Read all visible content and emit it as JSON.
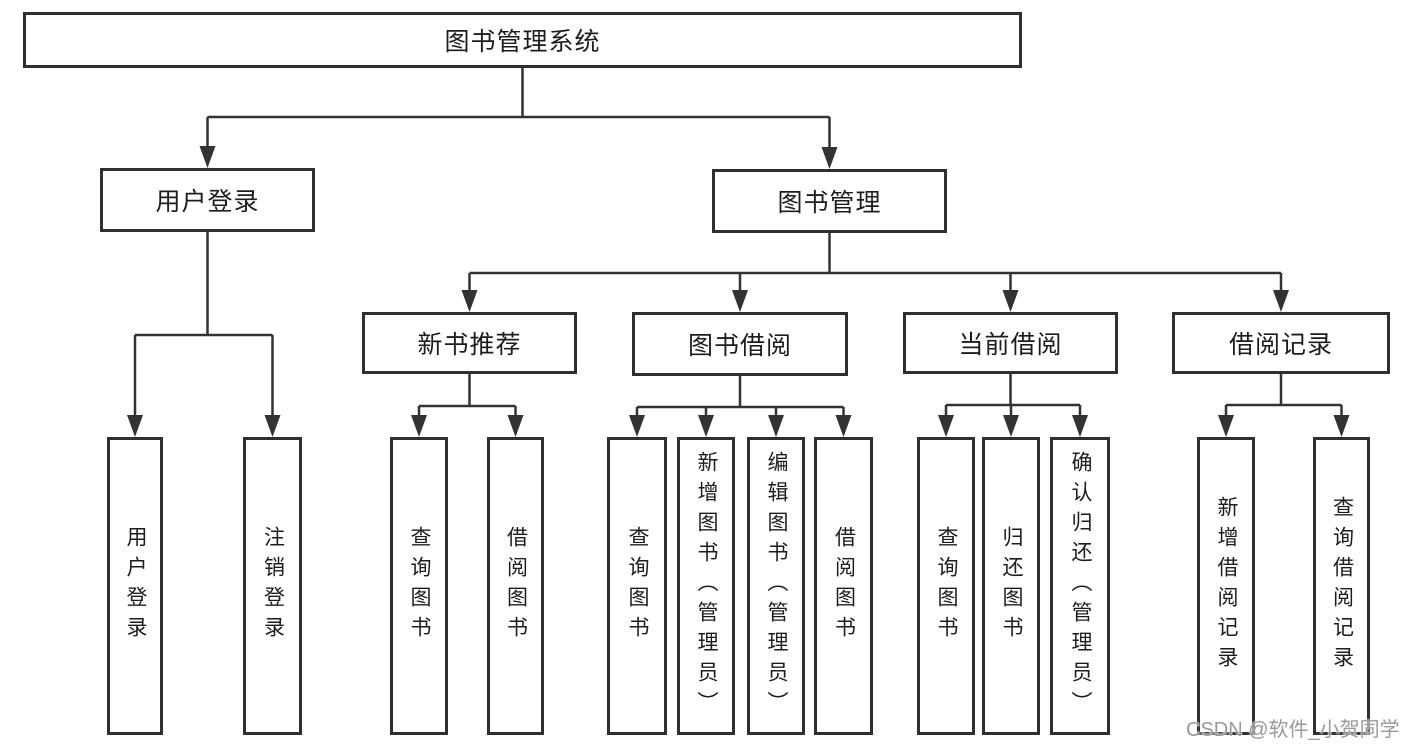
{
  "diagram_type": "functional-structure-tree",
  "colors": {
    "background": "#ffffff",
    "line": "#333333",
    "box_border": "#2f2f2f",
    "text": "#1d1d1f",
    "watermark": "#9a9a9a"
  },
  "tree": {
    "label": "图书管理系统",
    "children": [
      {
        "label": "用户登录",
        "children": [
          {
            "label": "用户登录"
          },
          {
            "label": "注销登录"
          }
        ]
      },
      {
        "label": "图书管理",
        "children": [
          {
            "label": "新书推荐",
            "children": [
              {
                "label": "查询图书"
              },
              {
                "label": "借阅图书"
              }
            ]
          },
          {
            "label": "图书借阅",
            "children": [
              {
                "label": "查询图书"
              },
              {
                "label": "新增图书（管理员）"
              },
              {
                "label": "编辑图书（管理员）"
              },
              {
                "label": "借阅图书"
              }
            ]
          },
          {
            "label": "当前借阅",
            "children": [
              {
                "label": "查询图书"
              },
              {
                "label": "归还图书"
              },
              {
                "label": "确认归还（管理员）"
              }
            ]
          },
          {
            "label": "借阅记录",
            "children": [
              {
                "label": "新增借阅记录"
              },
              {
                "label": "查询借阅记录"
              }
            ]
          }
        ]
      }
    ]
  },
  "watermark": {
    "text": "CSDN @软件_小贺同学"
  }
}
